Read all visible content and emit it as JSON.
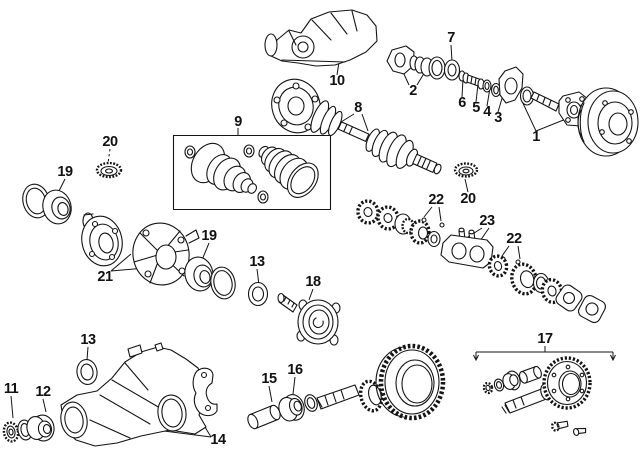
{
  "figure": {
    "background_color": "#ffffff",
    "ink_color": "#141414",
    "callouts": [
      {
        "label": "1"
      },
      {
        "label": "2"
      },
      {
        "label": "3"
      },
      {
        "label": "4"
      },
      {
        "label": "5"
      },
      {
        "label": "6"
      },
      {
        "label": "7"
      },
      {
        "label": "8"
      },
      {
        "label": "9"
      },
      {
        "label": "10"
      },
      {
        "label": "11"
      },
      {
        "label": "12"
      },
      {
        "label": "13"
      },
      {
        "label": "13"
      },
      {
        "label": "14"
      },
      {
        "label": "15"
      },
      {
        "label": "16"
      },
      {
        "label": "17"
      },
      {
        "label": "18"
      },
      {
        "label": "19"
      },
      {
        "label": "19"
      },
      {
        "label": "20"
      },
      {
        "label": "20"
      },
      {
        "label": "21"
      },
      {
        "label": "22"
      },
      {
        "label": "22"
      },
      {
        "label": "23"
      }
    ]
  }
}
